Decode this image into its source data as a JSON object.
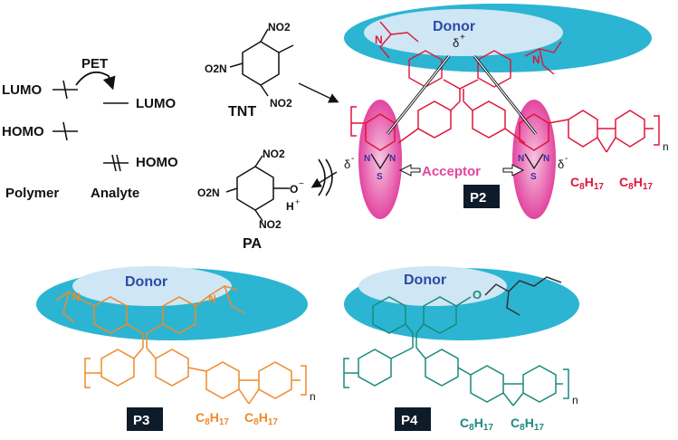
{
  "energy_diagram": {
    "lumo_left": "LUMO",
    "homo_left": "HOMO",
    "pet": "PET",
    "lumo_right": "LUMO",
    "homo_right": "HOMO",
    "polymer": "Polymer",
    "analyte": "Analyte"
  },
  "analytes": {
    "tnt_label": "TNT",
    "pa_label": "PA",
    "tnt_no2": [
      "NO2",
      "O2N",
      "NO2"
    ],
    "pa_no2": [
      "NO2",
      "O2N",
      "NO2"
    ],
    "pa_o": "O",
    "pa_h": "H"
  },
  "p2": {
    "donor": "Donor",
    "delta_plus": "δ",
    "delta_minus_left": "δ",
    "delta_minus_right": "δ",
    "acceptor": "Acceptor",
    "label": "P2",
    "alkyl_a": "C8H17",
    "alkyl_b": "C8H17",
    "subscript_n": "n",
    "n_atom_1": "N",
    "n_atom_2": "N",
    "s_atom": "S"
  },
  "p3": {
    "donor": "Donor",
    "label": "P3",
    "alkyl_a": "C8H17",
    "alkyl_b": "C8H17",
    "subscript_n": "n",
    "n_left": "N",
    "n_right": "N"
  },
  "p4": {
    "donor": "Donor",
    "label": "P4",
    "alkyl_a": "C8H17",
    "alkyl_b": "C8H17",
    "subscript_n": "n",
    "o_atom": "O"
  },
  "colors": {
    "donor_outer": "#2bb5d2",
    "donor_inner": "#cfe6f5",
    "donor_text": "#2c4aa6",
    "acceptor_pink": "#e2459f",
    "p2_red": "#e0153a",
    "p3_orange": "#ef8a2a",
    "p4_teal": "#1a8a7d",
    "label_box": "#0d1b2a",
    "label_text": "#ffffff"
  }
}
